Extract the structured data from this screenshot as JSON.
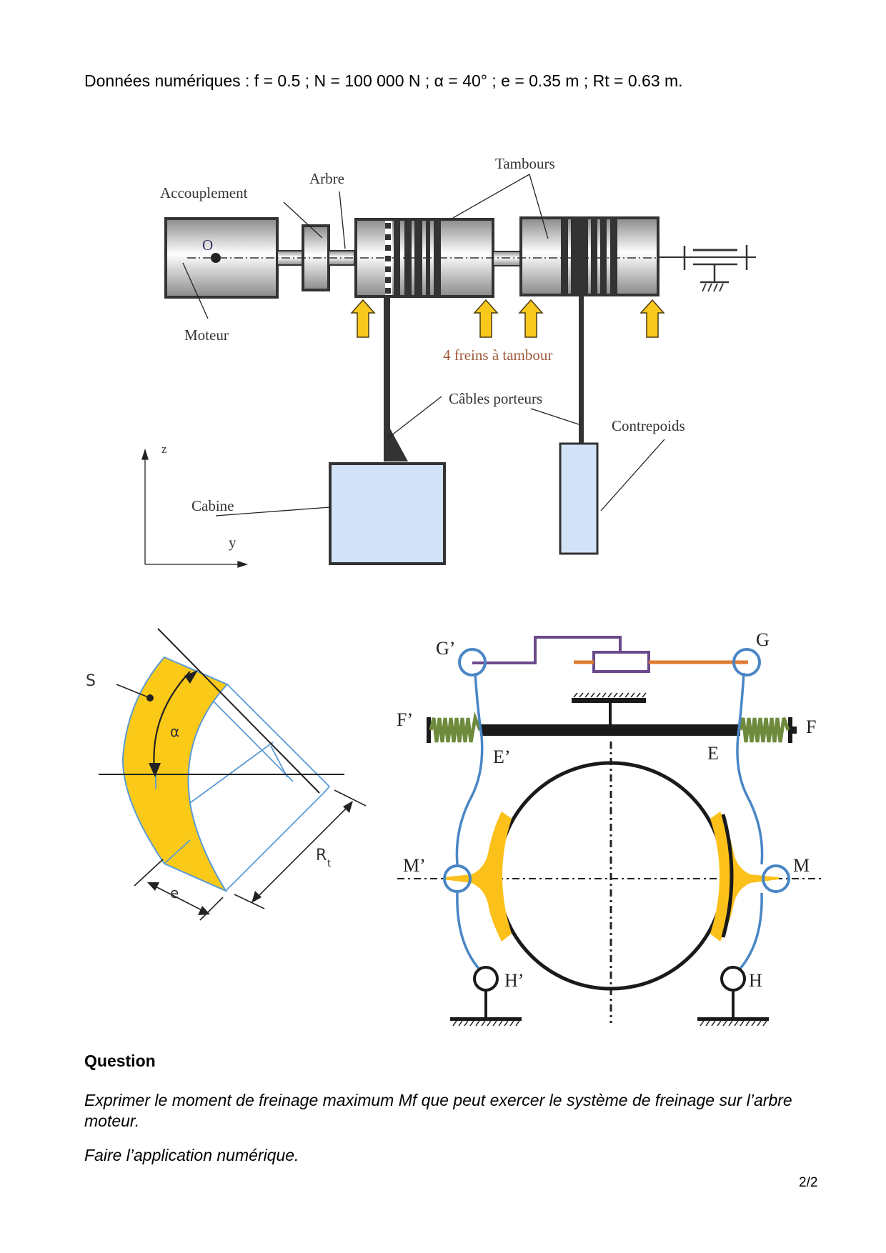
{
  "document": {
    "numeric_data_line": "Données numériques : f = 0.5 ; N = 100 000 N ; α = 40° ; e = 0.35 m ; Rt = 0.63 m.",
    "question_heading": "Question",
    "question_text": "Exprimer le moment de freinage maximum Mf que peut exercer le système de freinage sur l’arbre moteur.",
    "question_instruction": "Faire l’application numérique.",
    "page_number": "2/2"
  },
  "figure_elevator": {
    "labels": {
      "tambours": "Tambours",
      "arbre": "Arbre",
      "accouplement": "Accouplement",
      "point_o": "O",
      "moteur": "Moteur",
      "freins": "4 freins à tambour",
      "cables": "Câbles porteurs",
      "contrepoids": "Contrepoids",
      "cabine": "Cabine",
      "axis_z": "z",
      "axis_y": "y"
    },
    "colors": {
      "cabin_fill": "#d3e3f7",
      "arrow_fill": "#f8c81c",
      "brake_label": "#a05a3c",
      "outline": "#333333"
    }
  },
  "figure_shoe": {
    "labels": {
      "surface": "S",
      "angle": "α",
      "thickness": "e",
      "radius": "R",
      "radius_sub": "t"
    },
    "colors": {
      "lining": "#fbc918",
      "edge": "#5b9bd5"
    }
  },
  "figure_brake": {
    "labels": {
      "g_prime": "G’",
      "g": "G",
      "f_prime": "F’",
      "f": "F",
      "e_prime": "E’",
      "e": "E",
      "m_prime": "M’",
      "m": "M",
      "h_prime": "H’",
      "h": "H"
    },
    "colors": {
      "lever": "#4a86c5",
      "spring": "#6e8b3d",
      "actuator": "#6a4a8c",
      "rod": "#e07a30",
      "shoe": "#fbc11a",
      "drum": "#1a1a1a"
    }
  }
}
